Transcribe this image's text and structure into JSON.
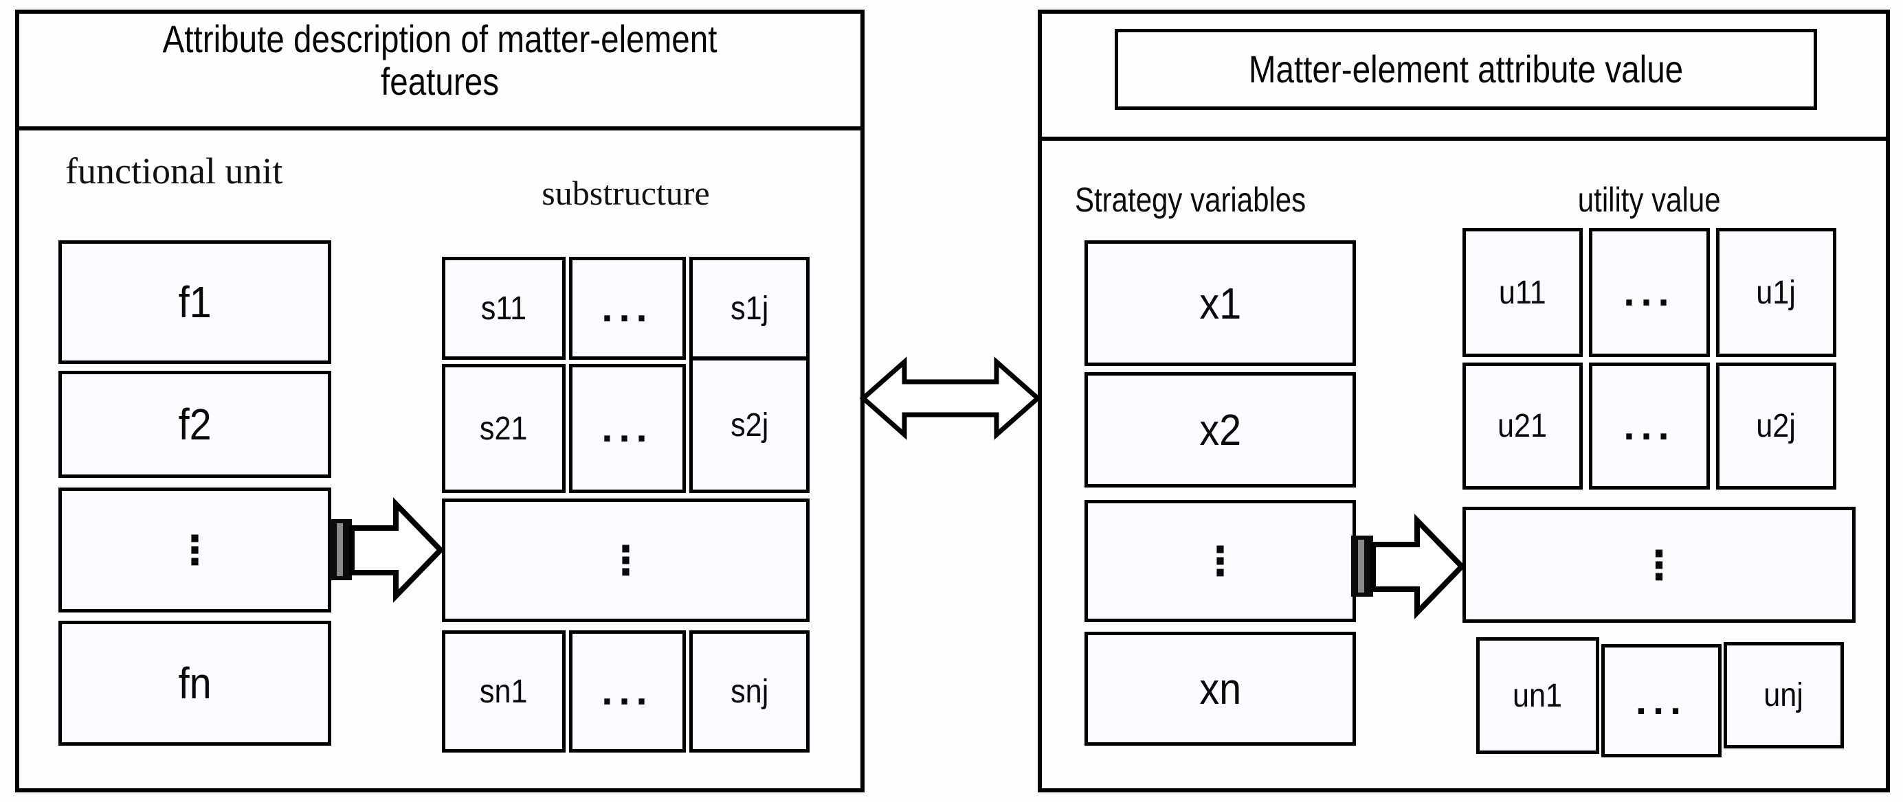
{
  "figure": {
    "left": {
      "title": "Attribute description of matter-element features",
      "column_label": "functional unit",
      "grid_label": "substructure",
      "column_cells": [
        "f1",
        "f2",
        "⋮",
        "fn"
      ],
      "grid": {
        "r1": [
          "s11",
          "...",
          "s1j"
        ],
        "r2": [
          "s21",
          "...",
          "s2j"
        ],
        "vdots": "⋮",
        "r4": [
          "sn1",
          "...",
          "snj"
        ]
      }
    },
    "right": {
      "title": "Matter-element attribute value",
      "column_label": "Strategy variables",
      "grid_label": "utility value",
      "column_cells": [
        "x1",
        "x2",
        "⋮",
        "xn"
      ],
      "grid": {
        "r1": [
          "u11",
          "...",
          "u1j"
        ],
        "r2": [
          "u21",
          "...",
          "u2j"
        ],
        "vdots": "⋮",
        "r4": [
          "un1",
          "...",
          "unj"
        ]
      }
    },
    "colors": {
      "line": "#000000",
      "cell_background": "#fafbfe",
      "page_background": "#fdfdfd"
    }
  }
}
